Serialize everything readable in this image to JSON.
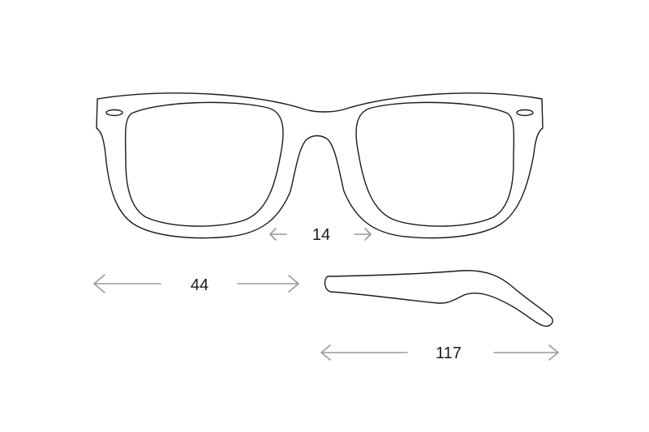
{
  "dimensions": {
    "bridge_width": "14",
    "lens_width": "44",
    "temple_length": "117"
  },
  "colors": {
    "outline": "#1a1a1a",
    "arrow": "#9a9a9a",
    "background": "#ffffff"
  }
}
